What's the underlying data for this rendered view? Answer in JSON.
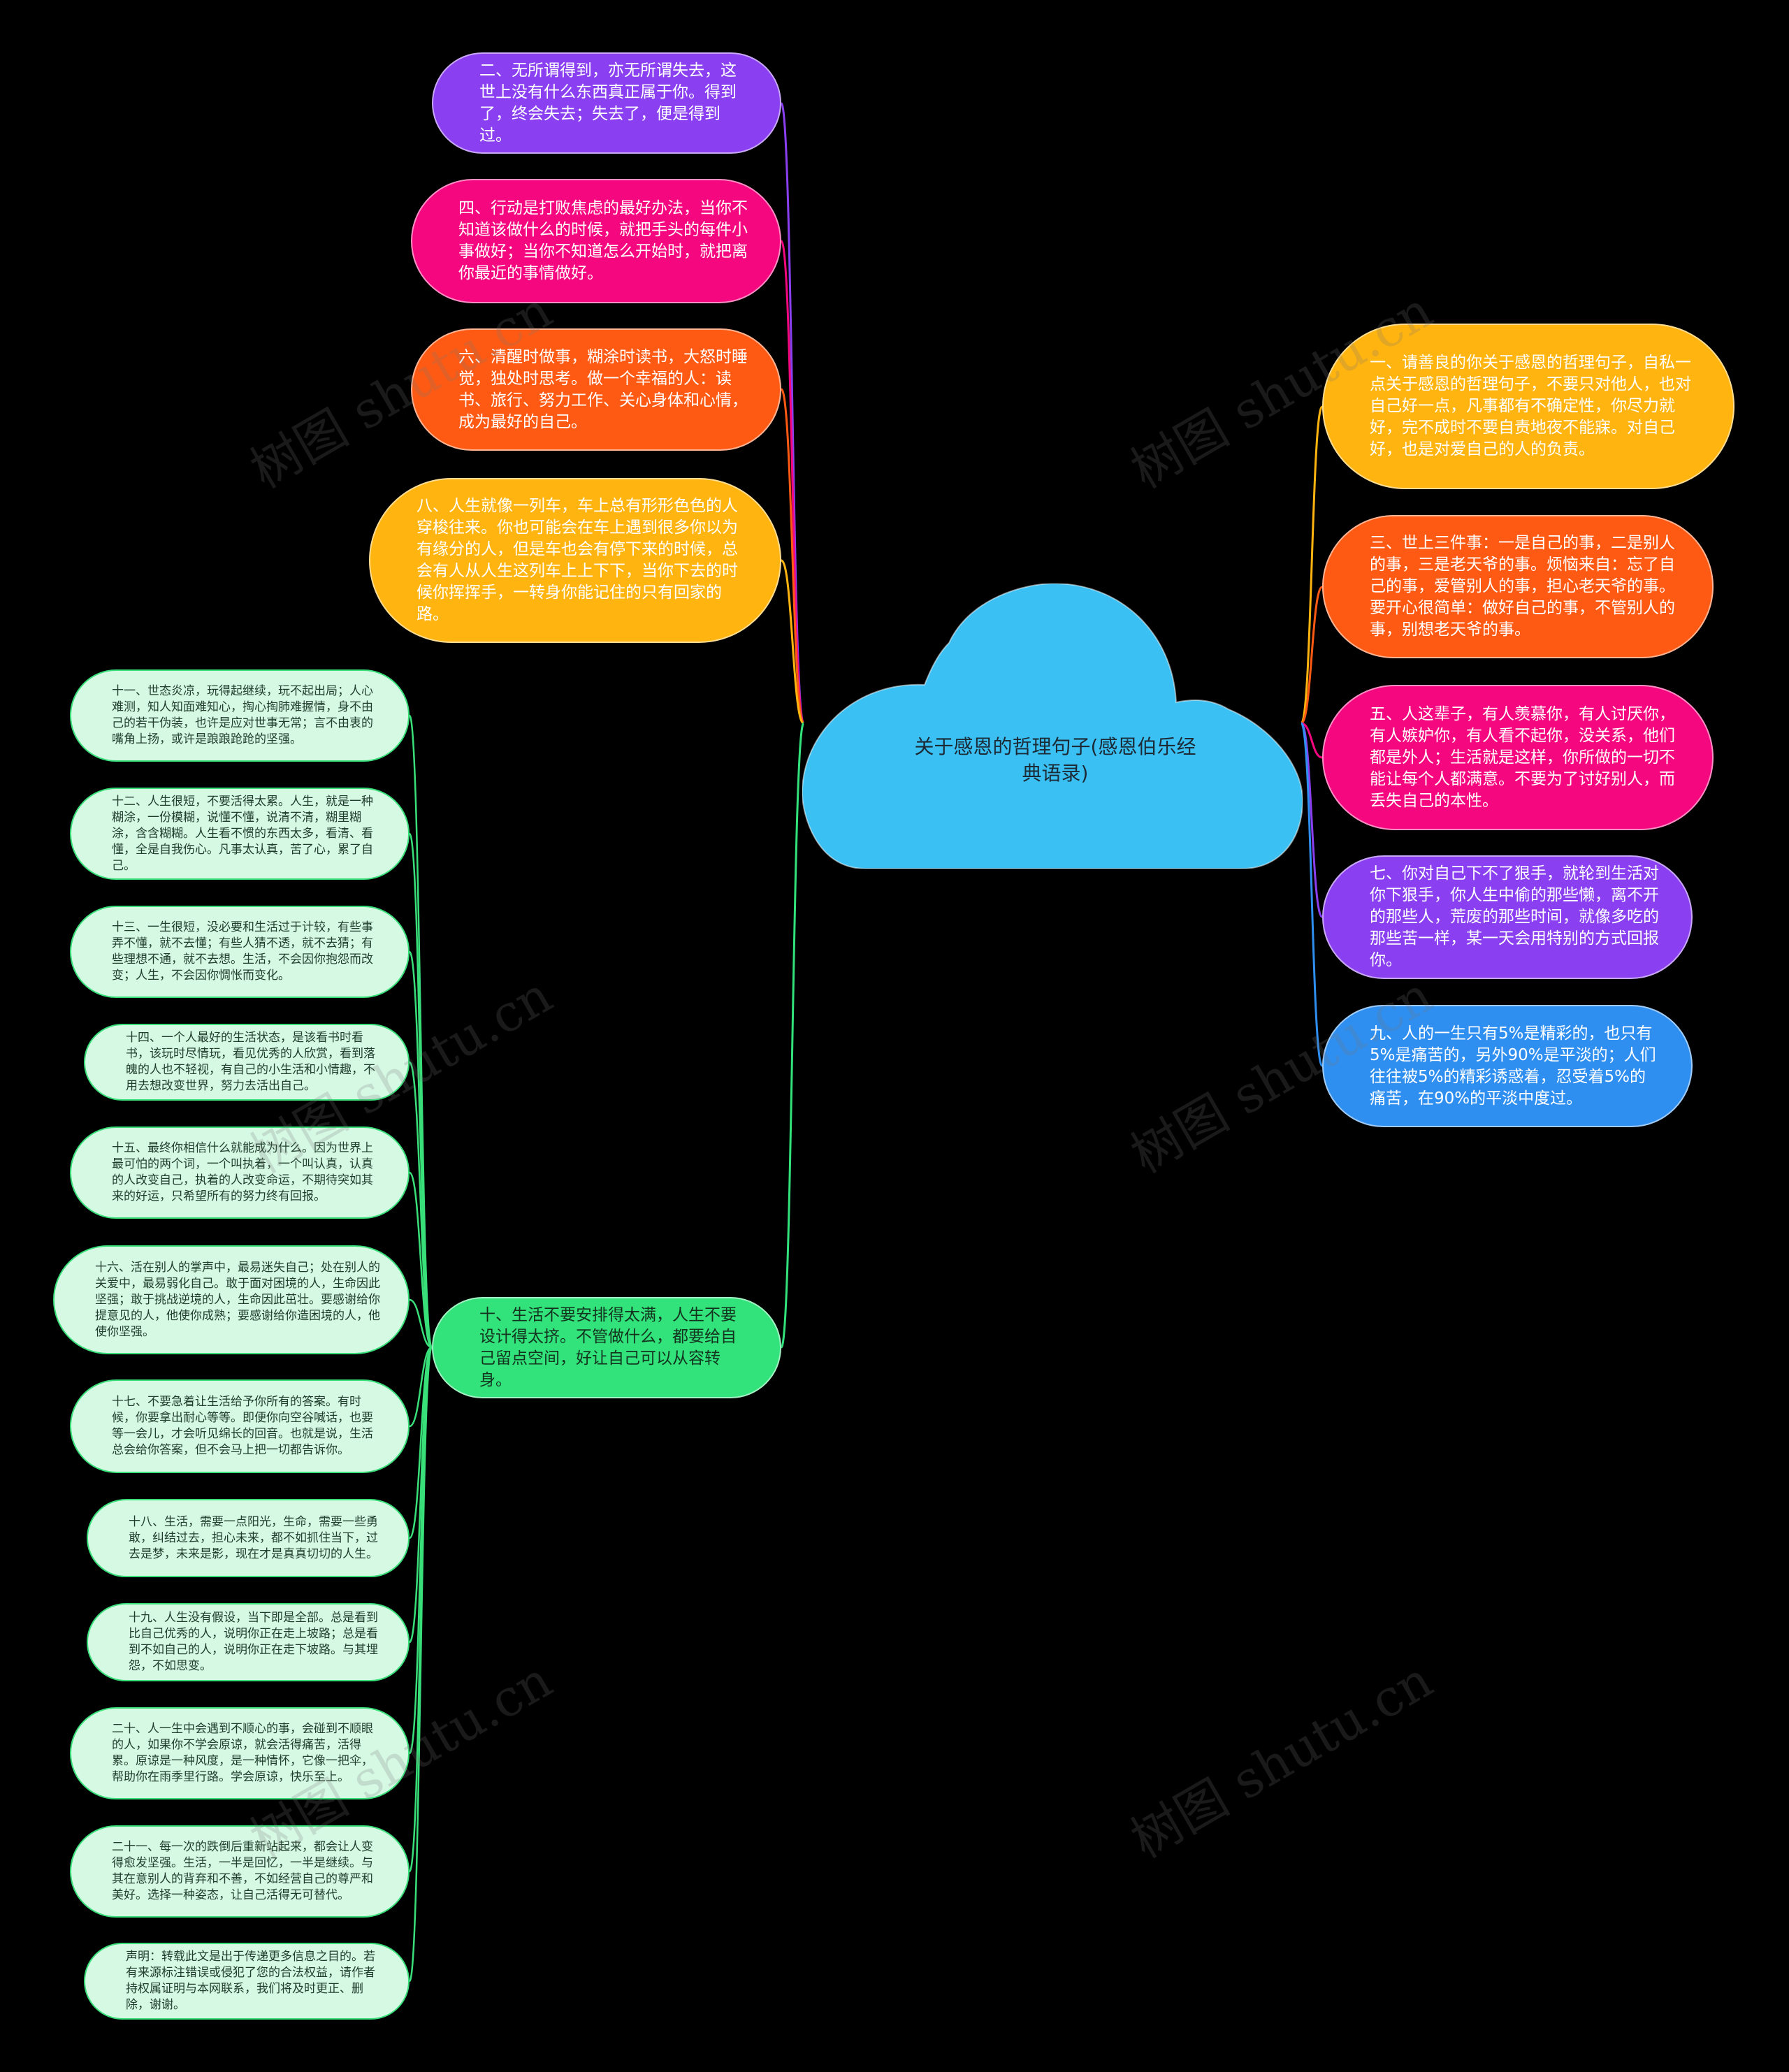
{
  "center": {
    "label": "关于感恩的哲理句子(感恩伯乐经典语录)",
    "color": "#3ac0f3"
  },
  "watermark": "树图 shutu.cn",
  "left_top_branches": [
    {
      "label": "二、无所谓得到，亦无所谓失去，这世上没有什么东西真正属于你。得到了，终会失去；失去了，便是得到过。",
      "color": "#8a3ff0"
    },
    {
      "label": "四、行动是打败焦虑的最好办法，当你不知道该做什么的时候，就把手头的每件小事做好；当你不知道怎么开始时，就把离你最近的事情做好。",
      "color": "#f5077f"
    },
    {
      "label": "六、清醒时做事，糊涂时读书，大怒时睡觉，独处时思考。做一个幸福的人：读书、旅行、努力工作、关心身体和心情，成为最好的自己。",
      "color": "#ff5a13"
    },
    {
      "label": "八、人生就像一列车，车上总有形形色色的人穿梭往来。你也可能会在车上遇到很多你以为有缘分的人，但是车也会有停下来的时候，总会有人从人生这列车上上下下，当你下去的时候你挥挥手，一转身你能记住的只有回家的路。",
      "color": "#ffb40f"
    }
  ],
  "right_branches": [
    {
      "label": "一、请善良的你关于感恩的哲理句子，自私一点关于感恩的哲理句子，不要只对他人，也对自己好一点，凡事都有不确定性，你尽力就好，完不成时不要自责地夜不能寐。对自己好，也是对爱自己的人的负责。",
      "color": "#ffb40f"
    },
    {
      "label": "三、世上三件事：一是自己的事，二是别人的事，三是老天爷的事。烦恼来自：忘了自己的事，爱管别人的事，担心老天爷的事。要开心很简单：做好自己的事，不管别人的事，别想老天爷的事。",
      "color": "#ff5a13"
    },
    {
      "label": "五、人这辈子，有人羡慕你，有人讨厌你，有人嫉妒你，有人看不起你，没关系，他们都是外人；生活就是这样，你所做的一切不能让每个人都满意。不要为了讨好别人，而丢失自己的本性。",
      "color": "#f5077f"
    },
    {
      "label": "七、你对自己下不了狠手，就轮到生活对你下狠手，你人生中偷的那些懒，离不开的那些人，荒废的那些时间，就像多吃的那些苦一样，某一天会用特别的方式回报你。",
      "color": "#8a3ff0"
    },
    {
      "label": "九、人的一生只有5%是精彩的，也只有5%是痛苦的，另外90%是平淡的；人们往往被5%的精彩诱惑着，忍受着5%的痛苦，在90%的平淡中度过。",
      "color": "#2f8ff0"
    }
  ],
  "branch_ten": {
    "label": "十、生活不要安排得太满，人生不要设计得太挤。不管做什么，都要给自己留点空间，好让自己可以从容转身。",
    "color": "#31e37a"
  },
  "sub_items": [
    "十一、世态炎凉，玩得起继续，玩不起出局；人心难测，知人知面难知心，掏心掏肺难握情，身不由己的若干伪装，也许是应对世事无常；言不由衷的嘴角上扬，或许是踉踉跄跄的坚强。",
    "十二、人生很短，不要活得太累。人生，就是一种糊涂，一份模糊，说懂不懂，说清不清，糊里糊涂，含含糊糊。人生看不惯的东西太多，看清、看懂，全是自我伤心。凡事太认真，苦了心，累了自己。",
    "十三、一生很短，没必要和生活过于计较，有些事弄不懂，就不去懂；有些人猜不透，就不去猜；有些理想不通，就不去想。生活，不会因你抱怨而改变；人生，不会因你惆怅而变化。",
    "十四、一个人最好的生活状态，是该看书时看书，该玩时尽情玩，看见优秀的人欣赏，看到落魄的人也不轻视，有自己的小生活和小情趣，不用去想改变世界，努力去活出自己。",
    "十五、最终你相信什么就能成为什么。因为世界上最可怕的两个词，一个叫执着，一个叫认真，认真的人改变自己，执着的人改变命运，不期待突如其来的好运，只希望所有的努力终有回报。",
    "十六、活在别人的掌声中，最易迷失自己；处在别人的关爱中，最易弱化自己。敢于面对困境的人，生命因此坚强；敢于挑战逆境的人，生命因此茁壮。要感谢给你提意见的人，他使你成熟；要感谢给你造困境的人，他使你坚强。",
    "十七、不要急着让生活给予你所有的答案。有时候，你要拿出耐心等等。即便你向空谷喊话，也要等一会儿，才会听见绵长的回音。也就是说，生活总会给你答案，但不会马上把一切都告诉你。",
    "十八、生活，需要一点阳光，生命，需要一些勇敢，纠结过去，担心未来，都不如抓住当下，过去是梦，未来是影，现在才是真真切切的人生。",
    "十九、人生没有假设，当下即是全部。总是看到比自己优秀的人，说明你正在走上坡路；总是看到不如自己的人，说明你正在走下坡路。与其埋怨，不如思变。",
    "二十、人一生中会遇到不顺心的事，会碰到不顺眼的人，如果你不学会原谅，就会活得痛苦，活得累。原谅是一种风度，是一种情怀，它像一把伞，帮助你在雨季里行路。学会原谅，快乐至上。",
    "二十一、每一次的跌倒后重新站起来，都会让人变得愈发坚强。生活，一半是回忆，一半是继续。与其在意别人的背弃和不善，不如经营自己的尊严和美好。选择一种姿态，让自己活得无可替代。",
    "声明：转载此文是出于传递更多信息之目的。若有来源标注错误或侵犯了您的合法权益，请作者持权属证明与本网联系，我们将及时更正、删除，谢谢。"
  ]
}
